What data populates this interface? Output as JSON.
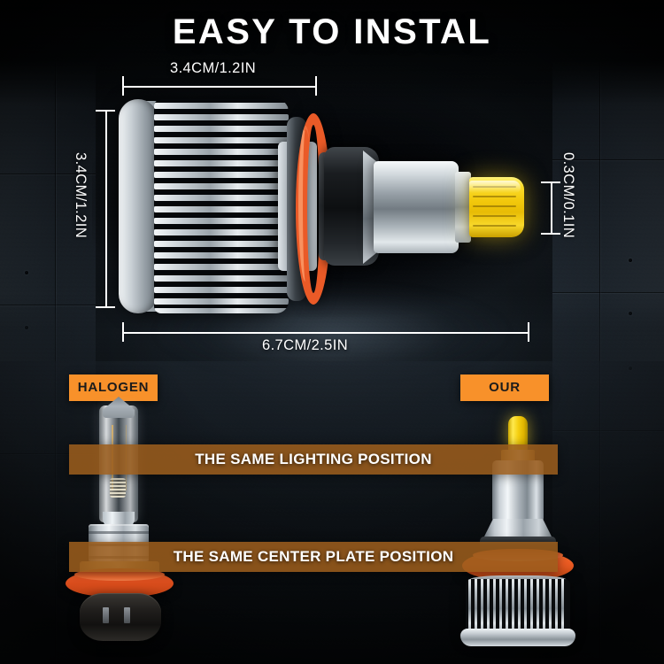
{
  "title": "EASY TO INSTAL",
  "dimensions": {
    "width_top": "3.4CM/1.2IN",
    "height_left": "3.4CM/1.2IN",
    "length_bottom": "6.7CM/2.5IN",
    "led_thickness_right": "0.3CM/0.1IN"
  },
  "badges": {
    "left": "HALOGEN",
    "right": "OUR"
  },
  "comparison_bars": [
    {
      "text": "THE SAME LIGHTING POSITION"
    },
    {
      "text": "THE SAME CENTER PLATE POSITION"
    }
  ],
  "colors": {
    "accent_orange": "#f8912a",
    "gasket_orange": "#ea5a27",
    "bar_brown": "#9a5c1c",
    "led_yellow": "#f2c80c",
    "text_white": "#ffffff",
    "background_dark": "#0a0d10"
  },
  "icons": {
    "dimension_bracket": "dimension-bracket-icon",
    "led_chip": "led-chip-icon",
    "heat_sink": "heat-sink-icon",
    "gasket_ring": "gasket-ring-icon"
  }
}
